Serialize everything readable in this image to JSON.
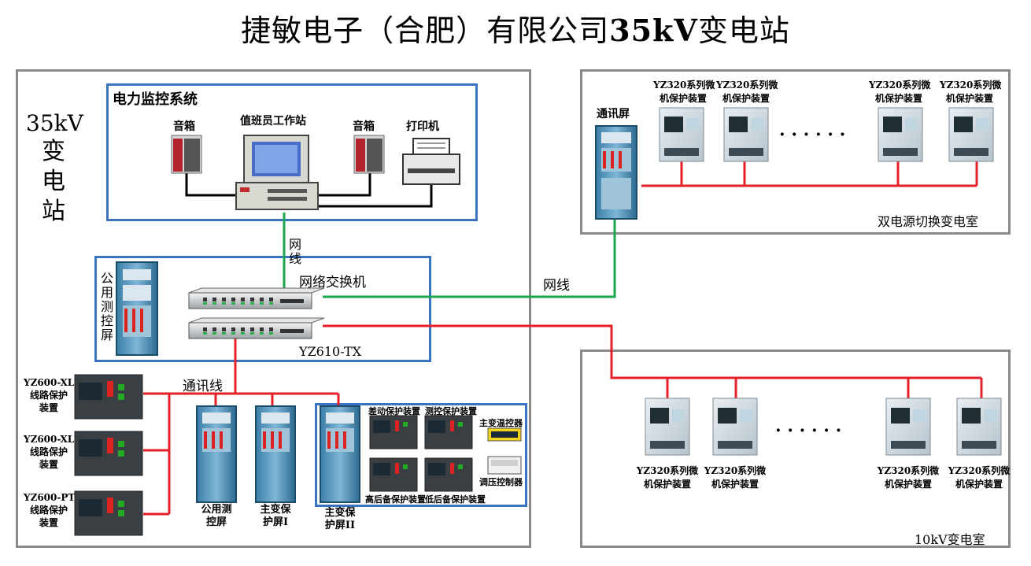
{
  "title_prefix": "捷敏电子（合肥）有限公司",
  "title_bold": "35kV",
  "title_suffix": "变电站",
  "main_station": {
    "label_line1": "35kV",
    "label_chars": [
      "变",
      "电",
      "站"
    ]
  },
  "monitoring": {
    "title": "电力监控系统",
    "speaker_left": "音箱",
    "workstation": "值班员工作站",
    "speaker_right": "音箱",
    "printer": "打印机"
  },
  "network": {
    "cable_label_vertical": [
      "网",
      "线"
    ],
    "switch_label": "网络交换机",
    "switch_model": "YZ610-TX",
    "public_panel_chars": [
      "公",
      "用",
      "测",
      "控",
      "屏"
    ],
    "cable_label_right": "网线",
    "comm_line": "通讯线"
  },
  "line_protections": [
    {
      "model": "YZ600-XL",
      "l2": "线路保护",
      "l3": "装置"
    },
    {
      "model": "YZ600-XL",
      "l2": "线路保护",
      "l3": "装置"
    },
    {
      "model": "YZ600-PT",
      "l2": "线路保护",
      "l3": "装置"
    }
  ],
  "cabinets": [
    {
      "l1": "公用测",
      "l2": "控屏"
    },
    {
      "l1": "主变保",
      "l2": "护屏I"
    },
    {
      "l1": "主变保",
      "l2": "护屏II"
    }
  ],
  "transformer_devices": {
    "diff": "差动保护装置",
    "measure": "测控保护装置",
    "temp": "主变温控器",
    "high_backup": "高后备保护装置",
    "low_backup": "低后备保护装置",
    "regulator": "调压控制器"
  },
  "dual_room": {
    "comm_panel": "通讯屏",
    "device_l1": "YZ320系列微",
    "device_l2": "机保护装置",
    "dots": "· · · · · ·",
    "room_name": "双电源切换变电室"
  },
  "room_10kv": {
    "device_l1": "YZ320系列微",
    "device_l2": "机保护装置",
    "dots": "· · · · · ·",
    "room_name": "10kV变电室"
  },
  "colors": {
    "network_green": "#1aa64a",
    "comm_red": "#e5202a",
    "box_blue": "#3a73c4",
    "box_gray": "#8a8a8a"
  }
}
